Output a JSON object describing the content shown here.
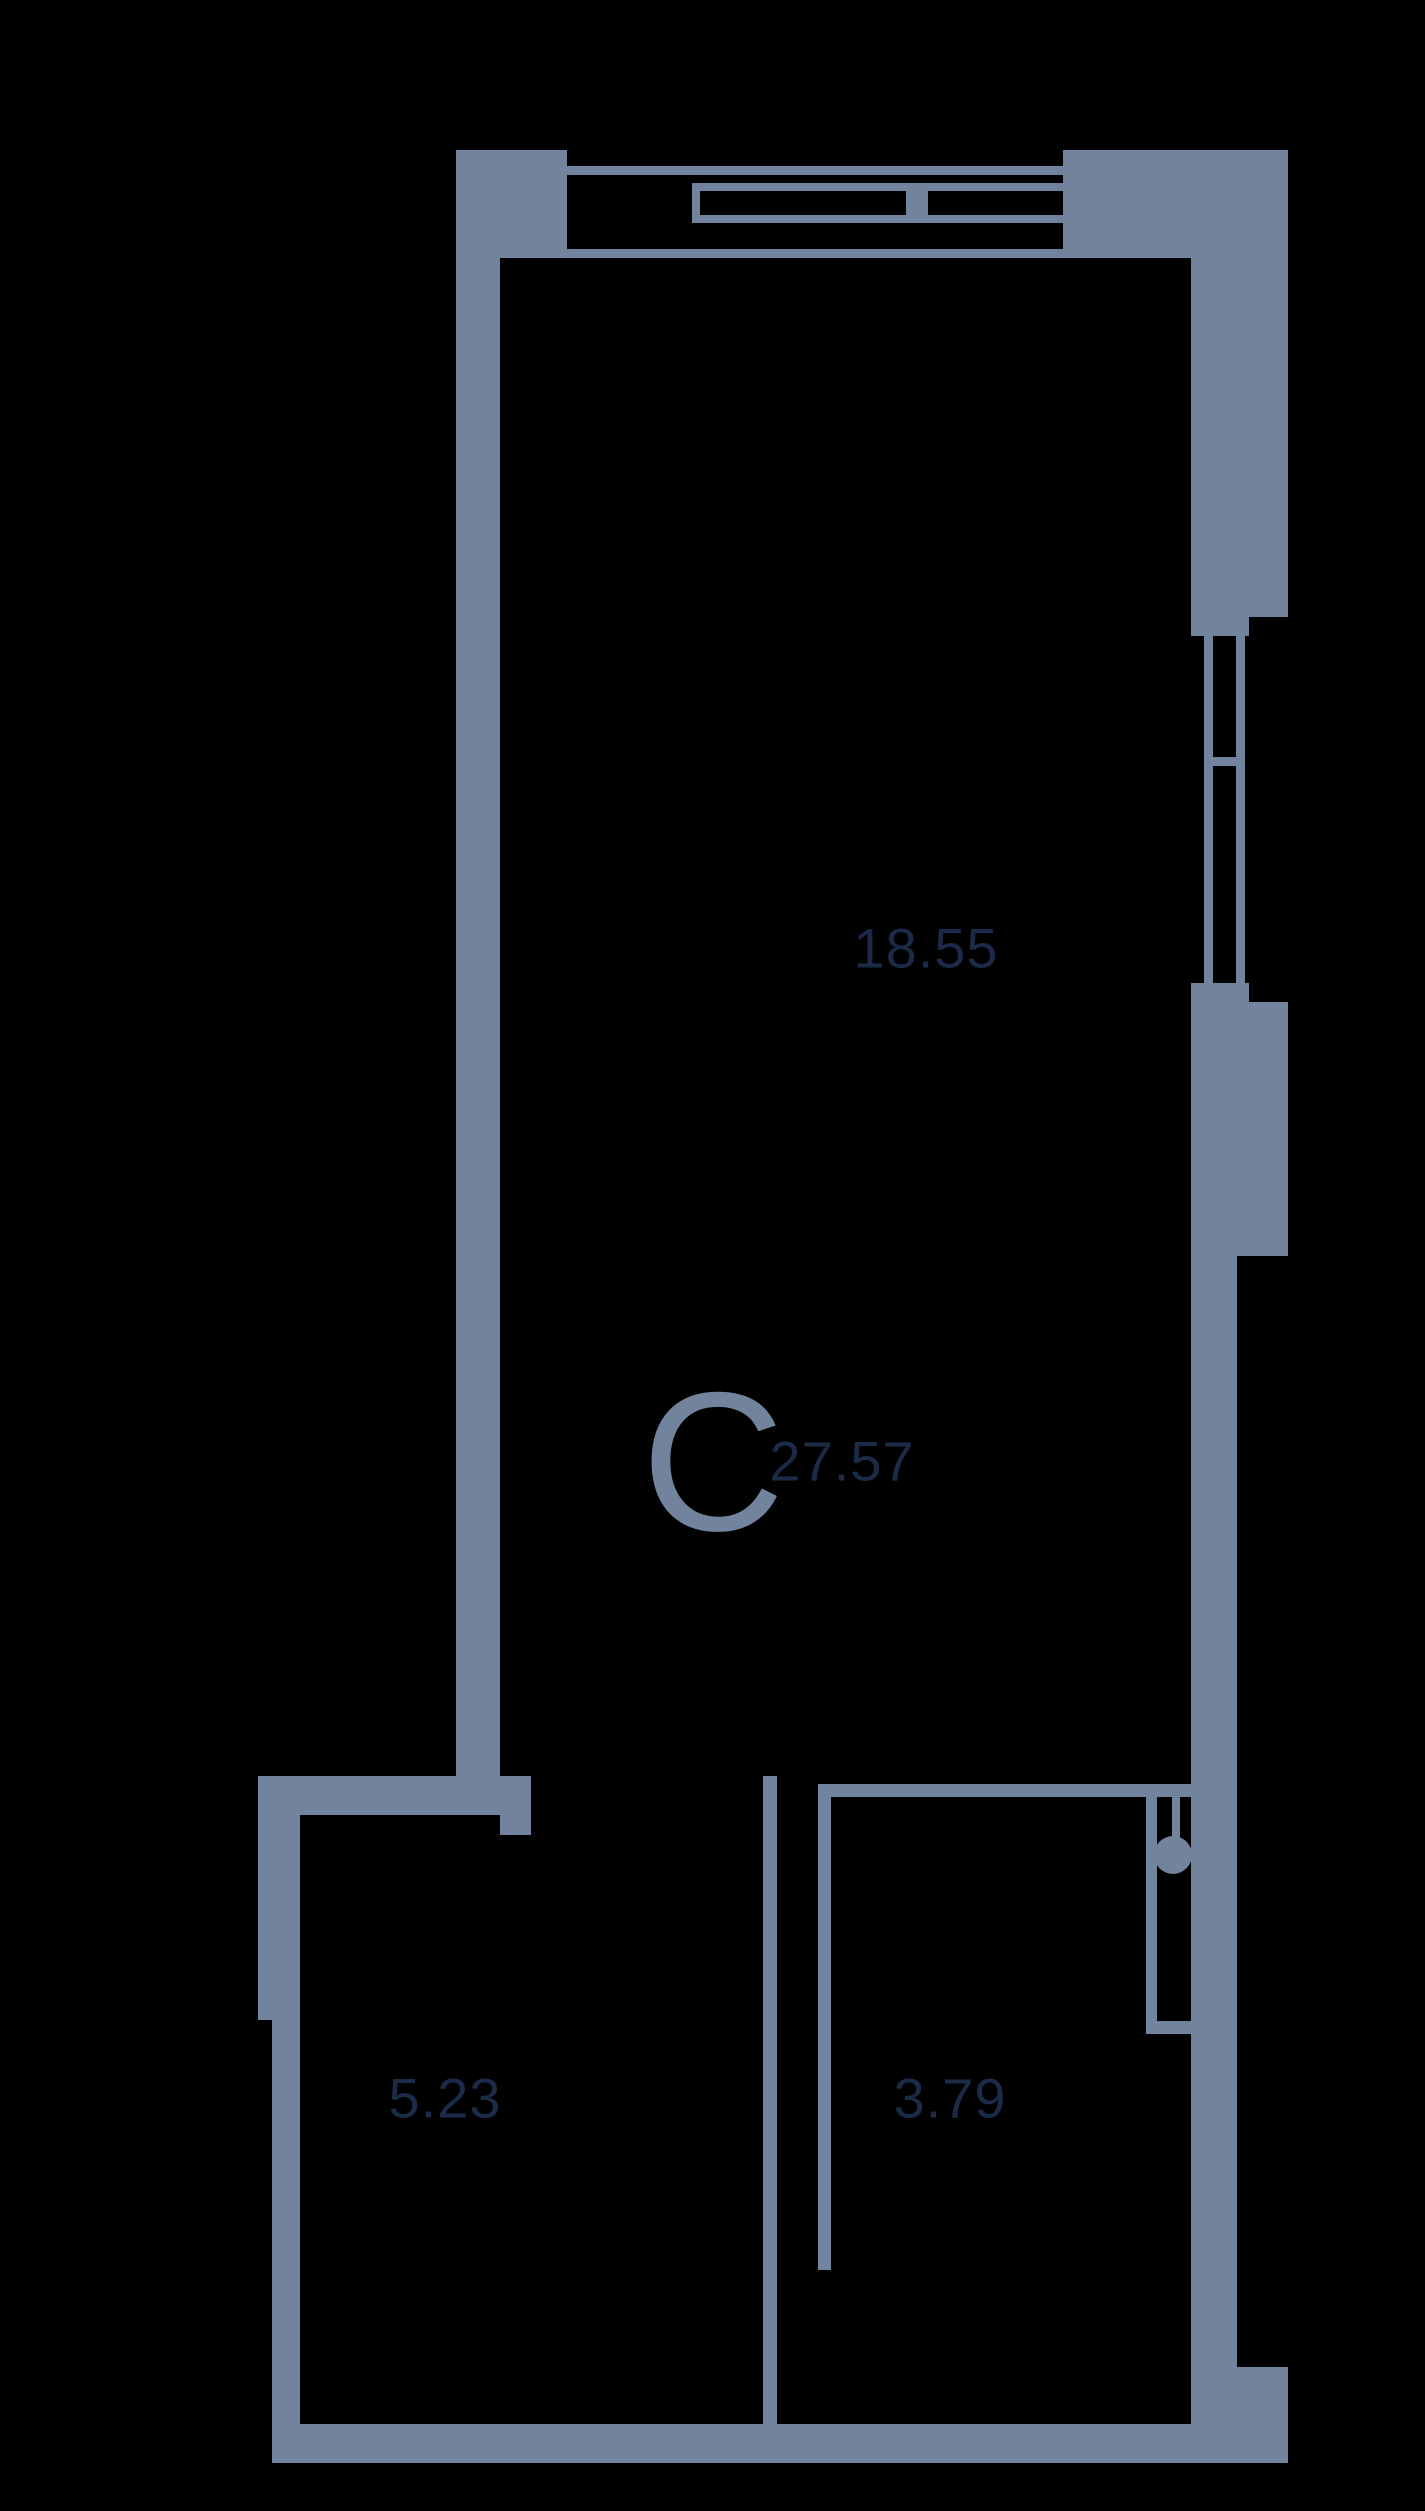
{
  "floor_plan": {
    "section_letter": "C",
    "rooms": [
      {
        "name": "room-top",
        "area_label": "18.55"
      },
      {
        "name": "room-main",
        "area_label": "27.57"
      },
      {
        "name": "room-bottom-left",
        "area_label": "5.23"
      },
      {
        "name": "room-bottom-right",
        "area_label": "3.79"
      }
    ],
    "colors": {
      "wall": "#72839e",
      "background": "#000000",
      "area_text": "#1b2a46"
    }
  }
}
